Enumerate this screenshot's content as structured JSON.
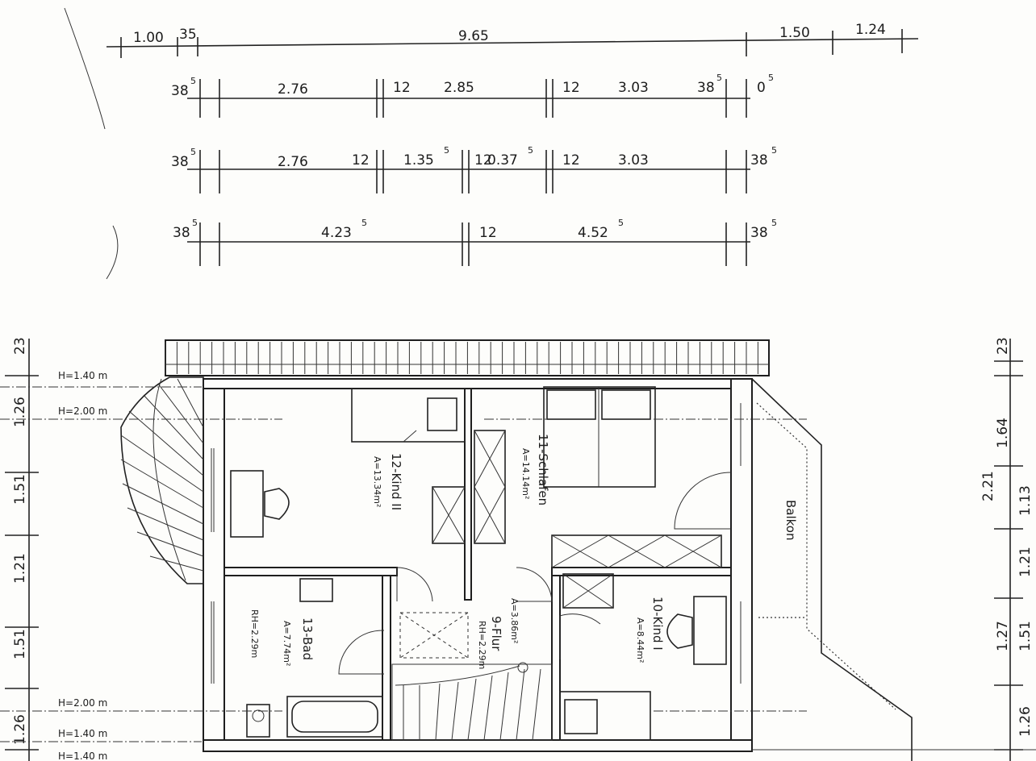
{
  "dimensions": {
    "row1": [
      "1.00",
      "35",
      "9.65",
      "1.50",
      "1.24"
    ],
    "row2": [
      "38",
      "2.76",
      "12",
      "2.85",
      "12",
      "3.03",
      "38",
      "0"
    ],
    "row3": [
      "38",
      "2.76",
      "12",
      "1.35",
      "12",
      "0.37",
      "12",
      "3.03",
      "38"
    ],
    "row4": [
      "38",
      "4.23",
      "12",
      "4.52",
      "38"
    ],
    "superscript": "5",
    "left": [
      "23",
      "1.26",
      "1.51",
      "1.21",
      "1.51",
      "1.26"
    ],
    "right": [
      "23",
      "1.64",
      "2.21",
      "1.13",
      "1.21",
      "1.51",
      "1.27",
      "1.26"
    ]
  },
  "heights": {
    "h140": "H=1.40 m",
    "h200": "H=2.00 m"
  },
  "rooms": {
    "kind2": {
      "name": "12-Kind II",
      "area": "A=13.34m²"
    },
    "schlafen": {
      "name": "11-Schlafen",
      "area": "A=14.14m²"
    },
    "balkon": {
      "name": "Balkon"
    },
    "bad": {
      "name": "13-Bad",
      "area": "A=7.74m²",
      "height": "RH=2.29m"
    },
    "flur": {
      "name": "9-Flur",
      "area": "A=3.86m²",
      "height": "RH=2.29m"
    },
    "kind1": {
      "name": "10-Kind I",
      "area": "A=8.44m²"
    }
  }
}
